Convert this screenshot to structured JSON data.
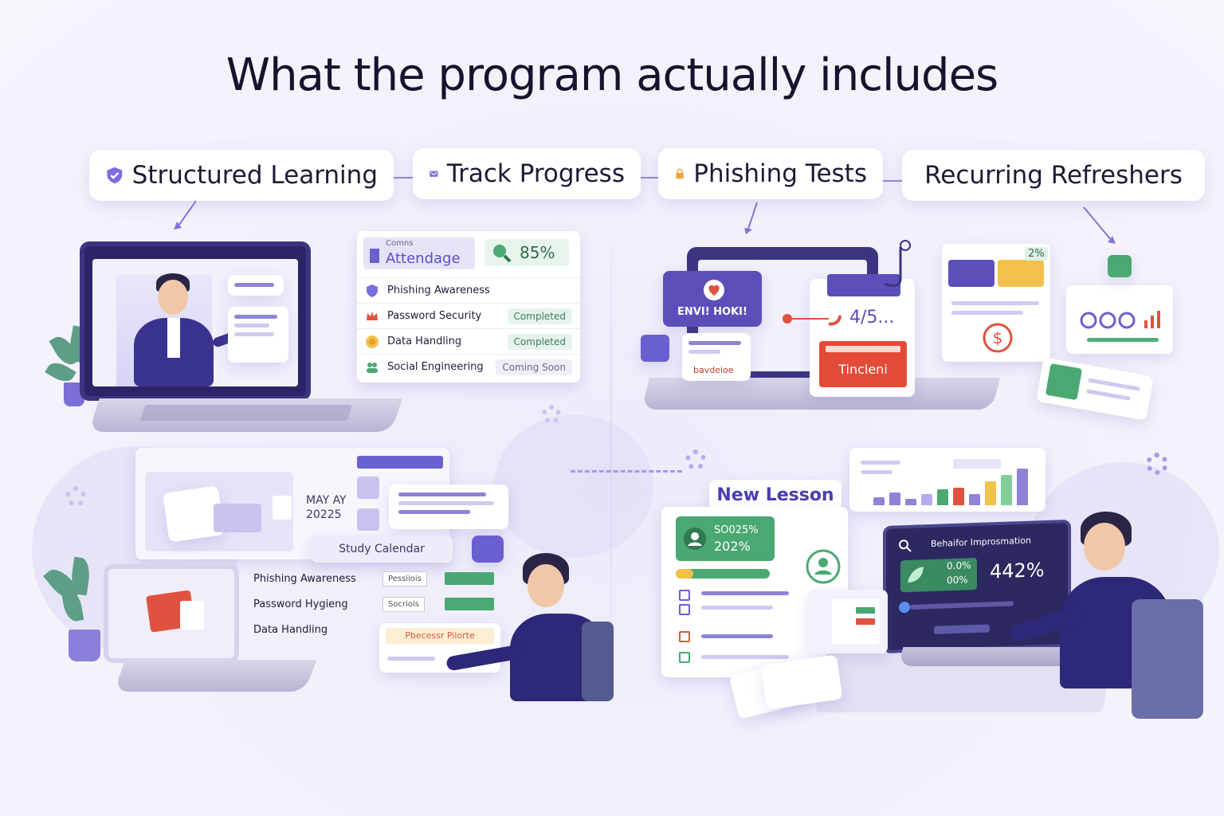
{
  "title": "What the program actually includes",
  "pills": [
    {
      "label": "Structured Learning",
      "icon": "shield-check-icon"
    },
    {
      "label": "Track Progress",
      "icon": "envelope-check-icon"
    },
    {
      "label": "Phishing Tests",
      "icon": "padlock-icon"
    },
    {
      "label": "Recurring Refreshers",
      "icon": ""
    }
  ],
  "progress_panel": {
    "header_small": "Comns",
    "header": "Attendage",
    "percent": "85%",
    "rows": [
      {
        "label": "Phishing Awareness",
        "status": "",
        "icon": "shield-icon"
      },
      {
        "label": "Password Security",
        "status": "Completed",
        "icon": "crown-icon"
      },
      {
        "label": "Data Handling",
        "status": "Completed",
        "icon": "coin-icon"
      },
      {
        "label": "Social Engineering",
        "status": "Coming Soon",
        "icon": "people-icon"
      }
    ]
  },
  "phishing": {
    "email_card": "ENVI! HOKI!",
    "small_card": "bavdeioe",
    "score": "4/5...",
    "incident": "Tincleni",
    "refresh_percent": "2%"
  },
  "calendar": {
    "date_line1": "MAY AY",
    "date_line2": "20225",
    "header": "Study Calendar",
    "rows": [
      {
        "label": "Phishing Awareness",
        "tag": "Pessiiois"
      },
      {
        "label": "Password Hygieng",
        "tag": "Socriois"
      },
      {
        "label": "Data Handling",
        "tag": "Pbecessr Piiorte"
      }
    ]
  },
  "lesson": {
    "header": "New Lesson",
    "stat1": "SO025%",
    "stat2": "202%",
    "monitor_title": "Behaifor Improsmation",
    "monitor_small1": "0.0%",
    "monitor_small2": "00%",
    "monitor_big": "442%"
  },
  "colors": {
    "accent": "#6a5fd0",
    "green": "#4aa872",
    "red": "#e05240",
    "yellow": "#f2c14a"
  }
}
